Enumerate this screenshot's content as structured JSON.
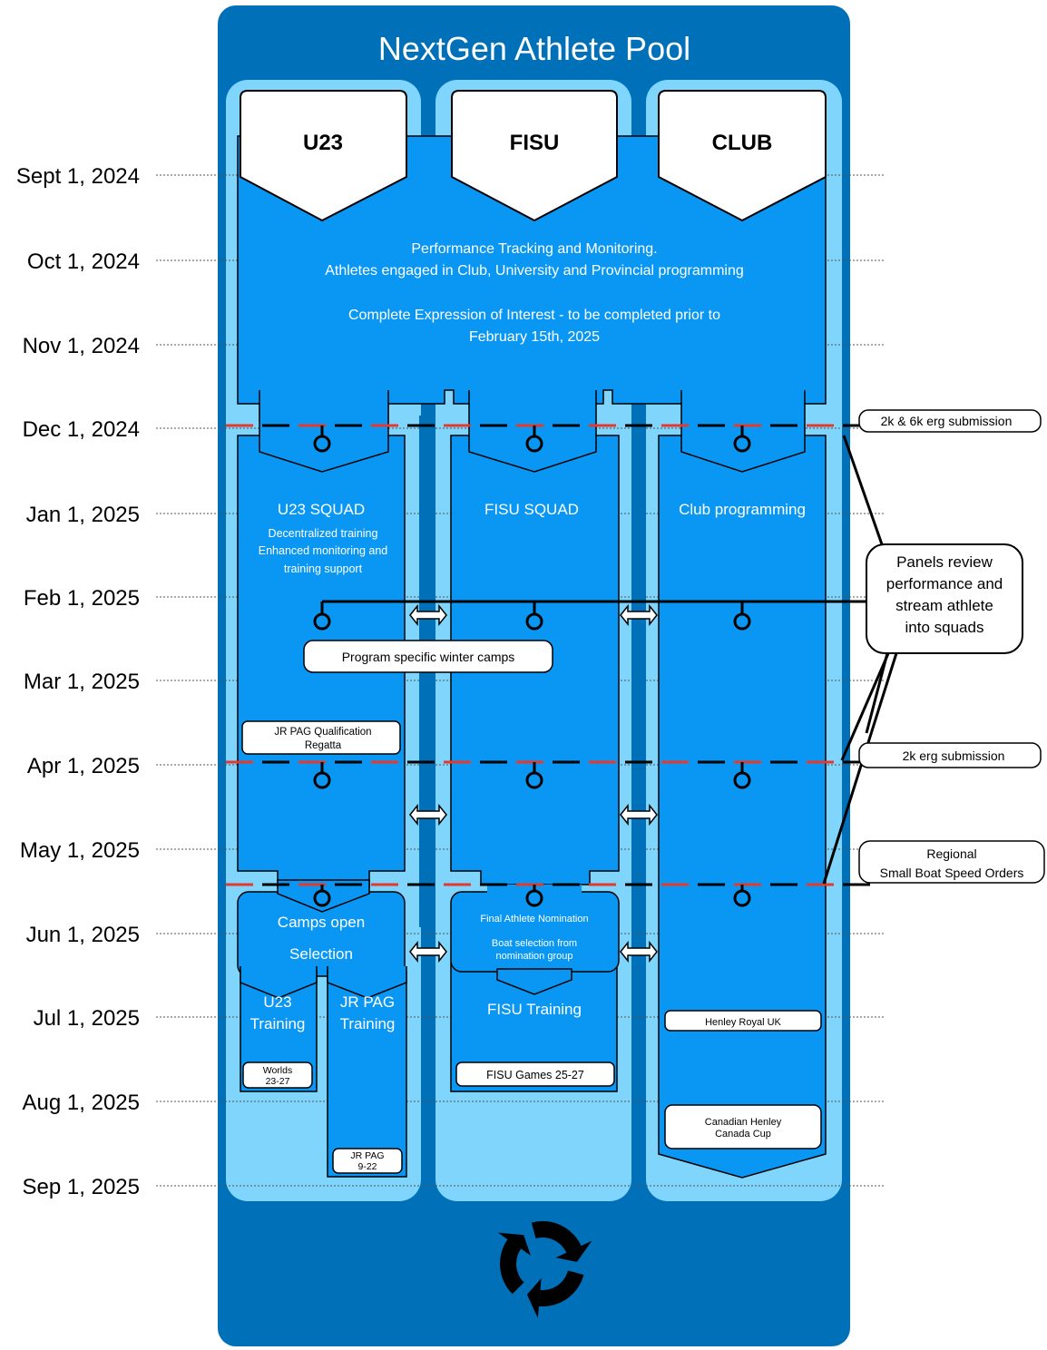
{
  "title": "NextGen Athlete Pool",
  "colors": {
    "pool_dark": "#0070b8",
    "lane_light": "#7fd5fc",
    "shape_blue": "#0a97f4",
    "stroke": "#000000",
    "red_dash": "#e8382a",
    "white": "#ffffff"
  },
  "timeline": [
    "Sept 1, 2024",
    "Oct 1, 2024",
    "Nov 1, 2024",
    "Dec 1, 2024",
    "Jan 1, 2025",
    "Feb 1, 2025",
    "Mar 1, 2025",
    "Apr 1, 2025",
    "May 1, 2025",
    "Jun 1, 2025",
    "Jul 1, 2025",
    "Aug 1, 2025",
    "Sep 1, 2025"
  ],
  "headers": {
    "u23": "U23",
    "fisu": "FISU",
    "club": "CLUB"
  },
  "intro": {
    "line1": "Performance Tracking and Monitoring.",
    "line2": "Athletes engaged in Club, University and Provincial programming",
    "line3": "Complete Expression of Interest - to be completed prior to",
    "line4": "February 15th, 2025"
  },
  "squads": {
    "u23_title": "U23 SQUAD",
    "u23_line1": "Decentralized training",
    "u23_line2": "Enhanced monitoring and",
    "u23_line3": "training support",
    "fisu_title": "FISU SQUAD",
    "club_title": "Club programming"
  },
  "callouts": {
    "erg_2k_6k": "2k & 6k erg submission",
    "panels_1": "Panels review",
    "panels_2": "performance and",
    "panels_3": "stream athlete",
    "panels_4": "into squads",
    "erg_2k": "2k erg submission",
    "regional_1": "Regional",
    "regional_2": "Small Boat Speed Orders"
  },
  "events": {
    "winter_camps": "Program specific winter camps",
    "jrpag_qual_1": "JR PAG Qualification",
    "jrpag_qual_2": "Regatta",
    "worlds_1": "Worlds",
    "worlds_2": "23-27",
    "jrpag_dates_1": "JR PAG",
    "jrpag_dates_2": "9-22",
    "fisu_games": "FISU Games 25-27",
    "henley_royal": "Henley Royal UK",
    "canadian_henley_1": "Canadian Henley",
    "canadian_henley_2": "Canada Cup"
  },
  "phases": {
    "camps_open": "Camps open",
    "selection": "Selection",
    "u23_training_1": "U23",
    "u23_training_2": "Training",
    "jrpag_training_1": "JR PAG",
    "jrpag_training_2": "Training",
    "final_nomination": "Final Athlete Nomination",
    "boat_selection_1": "Boat selection from",
    "boat_selection_2": "nomination group",
    "fisu_training": "FISU Training"
  },
  "icons": {
    "cycle": "recycle-arrows-icon",
    "transfer": "double-arrow-icon",
    "node": "circle-node-icon"
  }
}
